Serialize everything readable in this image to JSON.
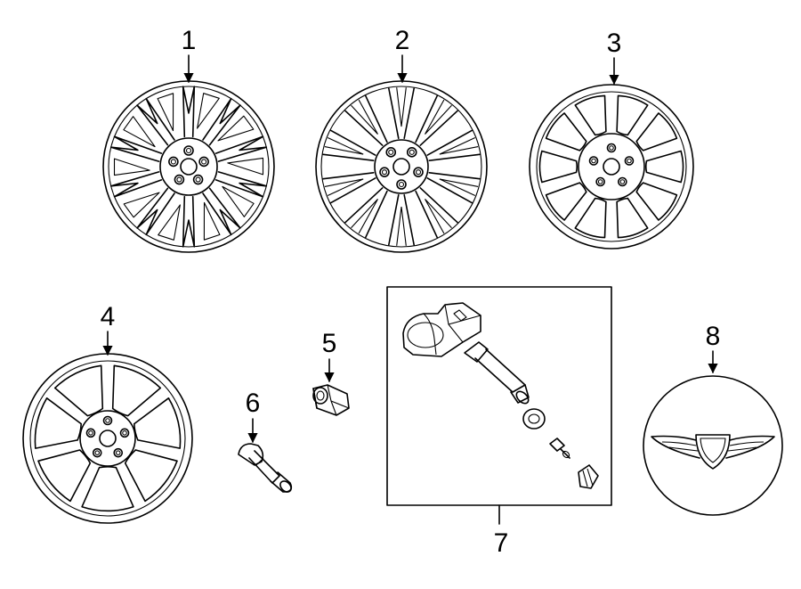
{
  "diagram": {
    "parts": [
      {
        "number": "1",
        "icon": "multi-spoke-wheel-icon"
      },
      {
        "number": "2",
        "icon": "split-spoke-wheel-icon"
      },
      {
        "number": "3",
        "icon": "ten-spoke-wheel-icon"
      },
      {
        "number": "4",
        "icon": "seven-spoke-wheel-icon"
      },
      {
        "number": "5",
        "icon": "lug-nut-icon"
      },
      {
        "number": "6",
        "icon": "valve-stem-icon"
      },
      {
        "number": "7",
        "icon": "tpms-sensor-kit-icon"
      },
      {
        "number": "8",
        "icon": "center-cap-emblem-icon"
      }
    ]
  }
}
